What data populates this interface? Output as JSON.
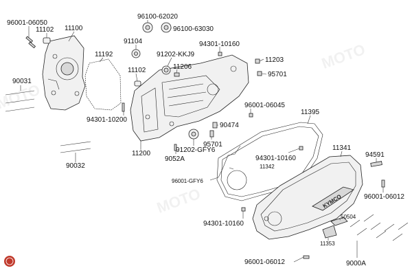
{
  "labels": {
    "p96001_06050": "96001-06050",
    "p11100": "11100",
    "p11102a": "11102",
    "p96100_62020": "96100-62020",
    "p91104": "91104",
    "p96100_63030": "96100-63030",
    "p11192": "11192",
    "p94301_10160a": "94301-10160",
    "p91202_kkj9": "91202-KKJ9",
    "p11203": "11203",
    "p11102b": "11102",
    "p11206": "11206",
    "p95701a": "95701",
    "p90031": "90031",
    "p96001_06045": "96001-06045",
    "p11395": "11395",
    "p94301_10200": "94301-10200",
    "p90474": "90474",
    "p95701b": "95701",
    "p91202_gfy6": "91202-GFY6",
    "p11200": "11200",
    "p9052a": "9052A",
    "p11341": "11341",
    "p94591": "94591",
    "p90032": "90032",
    "p94301_10160b": "94301-10160",
    "p11342": "11342",
    "p96001_gfy6": "96001-GFY6",
    "p96001_06012a": "96001-06012",
    "p50504": "50504",
    "p94301_10160c": "94301-10160",
    "p11353": "11353",
    "p96001_06012b": "96001-06012",
    "p9000a": "9000A"
  },
  "brand_text": "KYMCO",
  "colors": {
    "line": "#222222",
    "fill": "#f1f1f1",
    "seal": "#c0392b"
  },
  "icons": {
    "logo": "seal-logo-icon"
  }
}
